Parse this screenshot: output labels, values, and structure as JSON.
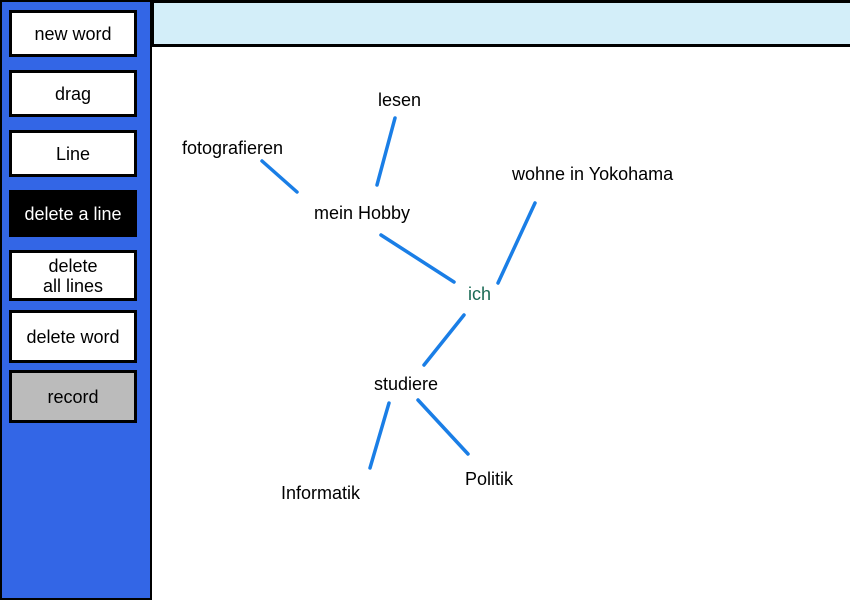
{
  "toolbar": {
    "new_word": "new word",
    "drag": "drag",
    "line": "Line",
    "delete_line": "delete a line",
    "delete_all_lines": "delete\nall lines",
    "delete_word": "delete word",
    "record": "record",
    "active_tool": "delete a line"
  },
  "mindmap": {
    "center": "ich",
    "words": {
      "hobby": "mein Hobby",
      "lesen": "lesen",
      "foto": "fotografieren",
      "wohne": "wohne in Yokohama",
      "studiere": "studiere",
      "informatik": "Informatik",
      "politik": "Politik"
    },
    "connections": [
      [
        "lesen",
        "hobby"
      ],
      [
        "foto",
        "hobby"
      ],
      [
        "hobby",
        "ich"
      ],
      [
        "wohne",
        "ich"
      ],
      [
        "ich",
        "studiere"
      ],
      [
        "studiere",
        "informatik"
      ],
      [
        "studiere",
        "politik"
      ]
    ]
  },
  "colors": {
    "sidebar": "#3366e6",
    "topbar": "#d3eef9",
    "line": "#1a7ee6",
    "center_word": "#1a6a55",
    "disabled_button": "#bbbbbb"
  }
}
